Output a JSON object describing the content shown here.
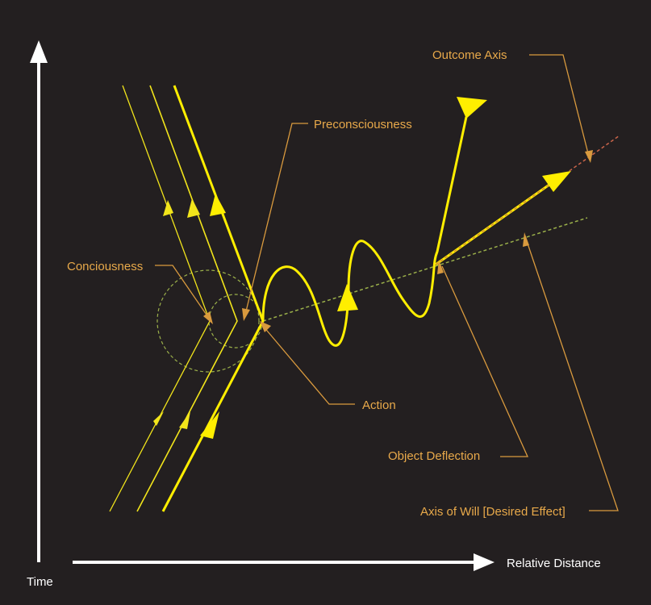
{
  "colors": {
    "background": "#231f20",
    "path_yellow": "#f2e51b",
    "path_yellow_bright": "#ffee00",
    "label_orange": "#e8a94a",
    "leader_orange": "#d99a3e",
    "dashed_green": "#9bb04a",
    "dashed_red": "#c8644a",
    "axis_white": "#ffffff"
  },
  "axes": {
    "y_label": "Time",
    "x_label": "Relative Distance"
  },
  "labels": {
    "outcome_axis": "Outcome Axis",
    "preconsciousness": "Preconsciousness",
    "conciousness": "Conciousness",
    "action": "Action",
    "object_deflection": "Object Deflection",
    "axis_of_will": "Axis of Will [Desired Effect]"
  }
}
